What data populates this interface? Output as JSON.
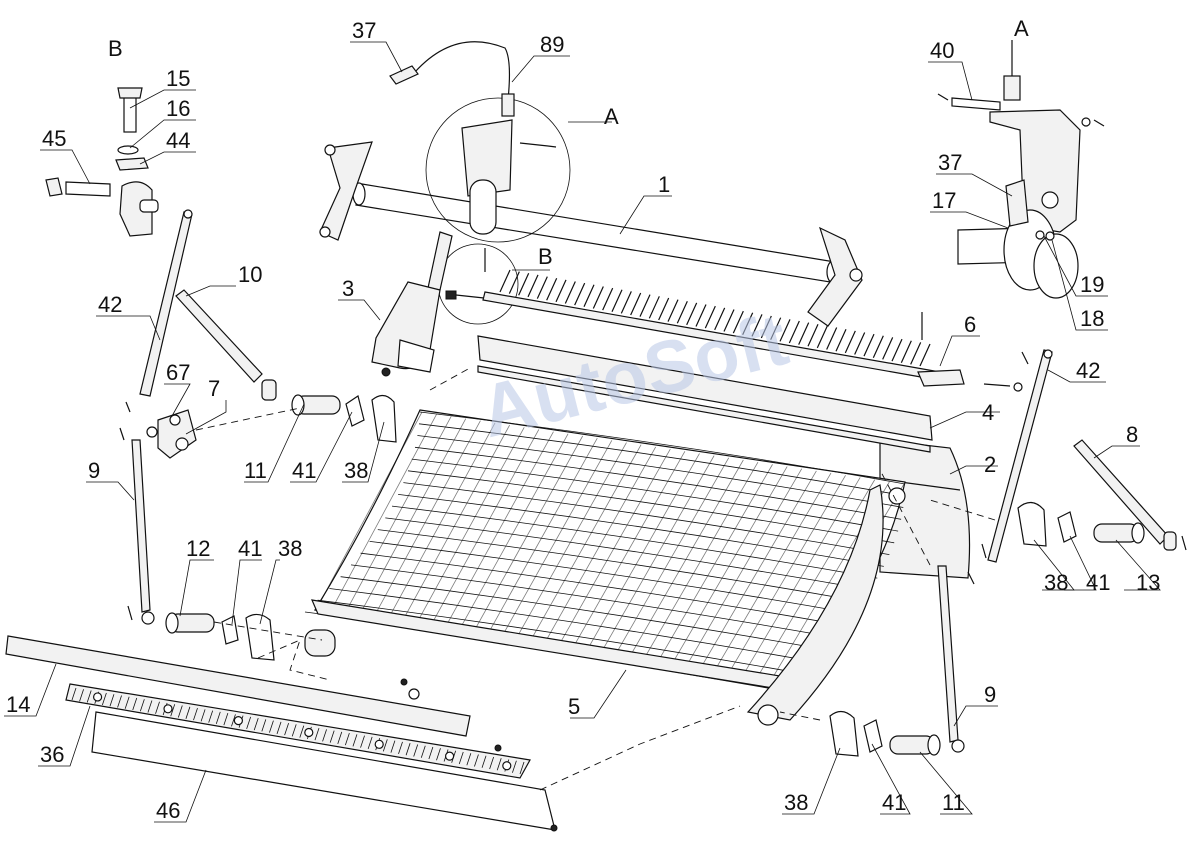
{
  "view_labels": {
    "view_b_left": "B",
    "view_a_right": "A",
    "view_a_callout": "A",
    "view_b_callout": "B"
  },
  "watermark": "AutoSoft",
  "callouts": [
    {
      "id": "c37a",
      "text": "37"
    },
    {
      "id": "c89",
      "text": "89"
    },
    {
      "id": "c15",
      "text": "15"
    },
    {
      "id": "c16",
      "text": "16"
    },
    {
      "id": "c44",
      "text": "44"
    },
    {
      "id": "c45",
      "text": "45"
    },
    {
      "id": "c40",
      "text": "40"
    },
    {
      "id": "c37b",
      "text": "37"
    },
    {
      "id": "c17",
      "text": "17"
    },
    {
      "id": "c19",
      "text": "19"
    },
    {
      "id": "c18",
      "text": "18"
    },
    {
      "id": "c1",
      "text": "1"
    },
    {
      "id": "c10",
      "text": "10"
    },
    {
      "id": "c3",
      "text": "3"
    },
    {
      "id": "c6",
      "text": "6"
    },
    {
      "id": "c42a",
      "text": "42"
    },
    {
      "id": "c42b",
      "text": "42"
    },
    {
      "id": "c67",
      "text": "67"
    },
    {
      "id": "c7",
      "text": "7"
    },
    {
      "id": "c4",
      "text": "4"
    },
    {
      "id": "c2",
      "text": "2"
    },
    {
      "id": "c8",
      "text": "8"
    },
    {
      "id": "c9a",
      "text": "9"
    },
    {
      "id": "c11a",
      "text": "11"
    },
    {
      "id": "c41a",
      "text": "41"
    },
    {
      "id": "c38a",
      "text": "38"
    },
    {
      "id": "c12",
      "text": "12"
    },
    {
      "id": "c41b",
      "text": "41"
    },
    {
      "id": "c38b",
      "text": "38"
    },
    {
      "id": "c38c",
      "text": "38"
    },
    {
      "id": "c41c",
      "text": "41"
    },
    {
      "id": "c13",
      "text": "13"
    },
    {
      "id": "c14",
      "text": "14"
    },
    {
      "id": "c36",
      "text": "36"
    },
    {
      "id": "c5",
      "text": "5"
    },
    {
      "id": "c9b",
      "text": "9"
    },
    {
      "id": "c46",
      "text": "46"
    },
    {
      "id": "c38d",
      "text": "38"
    },
    {
      "id": "c41d",
      "text": "41"
    },
    {
      "id": "c11b",
      "text": "11"
    }
  ]
}
